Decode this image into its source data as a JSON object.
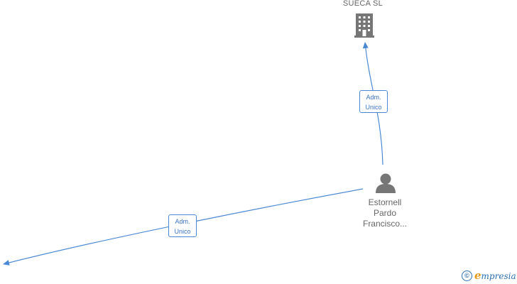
{
  "nodes": {
    "company": {
      "name": "SUECA  SL",
      "icon": "building-icon"
    },
    "person": {
      "line1": "Estornell",
      "line2": "Pardo",
      "line3": "Francisco...",
      "icon": "person-icon"
    }
  },
  "edges": {
    "person_to_company": {
      "line1": "Adm.",
      "line2": "Unico"
    },
    "person_to_offscreen": {
      "line1": "Adm.",
      "line2": "Unico"
    }
  },
  "watermark": {
    "symbol": "©",
    "brand_initial": "e",
    "brand_rest": "mpresia"
  },
  "colors": {
    "edge": "#4a88d4",
    "node_icon": "#767676",
    "label": "#666666",
    "brand": "#2c6fb3",
    "brand_accent": "#e89b1a"
  }
}
